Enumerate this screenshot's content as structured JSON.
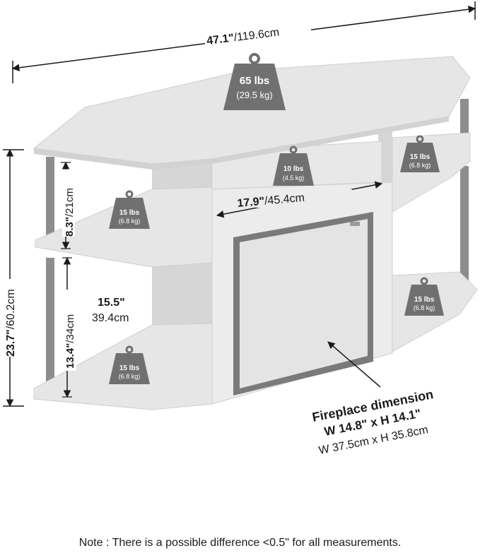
{
  "dimensions": {
    "width_in": "47.1\"",
    "width_cm": "/119.6cm",
    "height_in": "23.7\"",
    "height_cm": "/60.2cm",
    "upper_shelf_in": "8.3\"",
    "upper_shelf_cm": "/21cm",
    "lower_shelf_in": "13.4\"",
    "lower_shelf_cm": "/34cm",
    "opening_in": "17.9\"",
    "opening_cm": "/45.4cm",
    "depth_in": "15.5\"",
    "depth_cm": "39.4cm"
  },
  "weights": {
    "top": {
      "lbs": "65 lbs",
      "kg": "(29.5 kg)"
    },
    "center": {
      "lbs": "10 lbs",
      "kg": "(4.5 kg)"
    },
    "left_upper": {
      "lbs": "15 lbs",
      "kg": "(6.8 kg)"
    },
    "left_lower": {
      "lbs": "15 lbs",
      "kg": "(6.8 kg)"
    },
    "right_upper": {
      "lbs": "15 lbs",
      "kg": "(6.8 kg)"
    },
    "right_lower": {
      "lbs": "15 lbs",
      "kg": "(6.8 kg)"
    }
  },
  "fireplace": {
    "title": "Fireplace dimension",
    "imperial": "W 14.8\" x H 14.1\"",
    "metric": "W 37.5cm x H 35.8cm"
  },
  "note": "Note : There is a possible difference <0.5\" for all measurements.",
  "colors": {
    "panel": "#e6e6e6",
    "panel_edge": "#d2d2d2",
    "leg": "#8d8d8d",
    "weight": "#707070",
    "fireplace_frame": "#7a7a7a",
    "line": "#1a1a1a"
  }
}
